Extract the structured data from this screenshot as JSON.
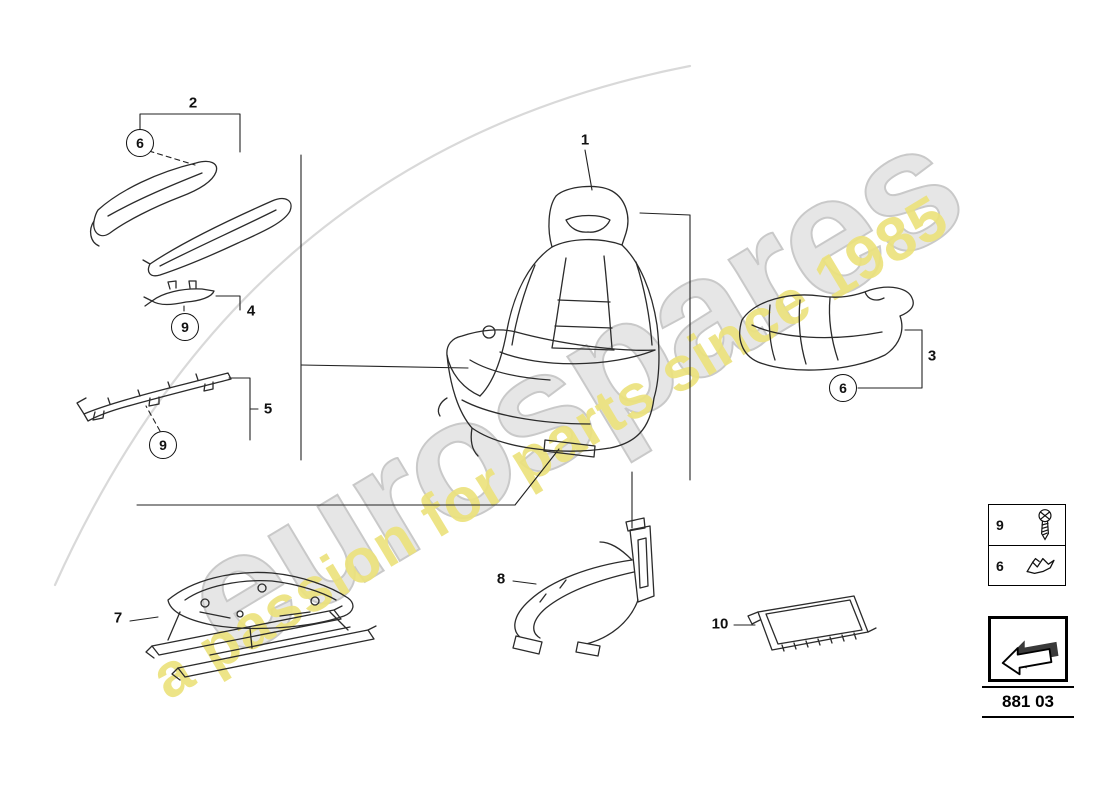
{
  "watermark": {
    "brand": "eurospares",
    "tagline": "a passion for parts since 1985"
  },
  "callouts": {
    "c1": {
      "label": "1"
    },
    "c2": {
      "label": "2"
    },
    "c3": {
      "label": "3"
    },
    "c4": {
      "label": "4"
    },
    "c5": {
      "label": "5"
    },
    "c7": {
      "label": "7"
    },
    "c8": {
      "label": "8"
    },
    "c10": {
      "label": "10"
    },
    "b6_top": {
      "label": "6"
    },
    "b6_right": {
      "label": "6"
    },
    "b9_upper": {
      "label": "9"
    },
    "b9_lower": {
      "label": "9"
    }
  },
  "legend": {
    "rows": [
      {
        "label": "9",
        "icon": "screw-icon"
      },
      {
        "label": "6",
        "icon": "clip-icon"
      }
    ],
    "arrow_icon": "direction-arrow-icon",
    "part_code": "881 03"
  },
  "colors": {
    "line": "#2b2b2b",
    "watermark_gray": "#d9d9d9",
    "watermark_yellow": "#ece27d"
  }
}
